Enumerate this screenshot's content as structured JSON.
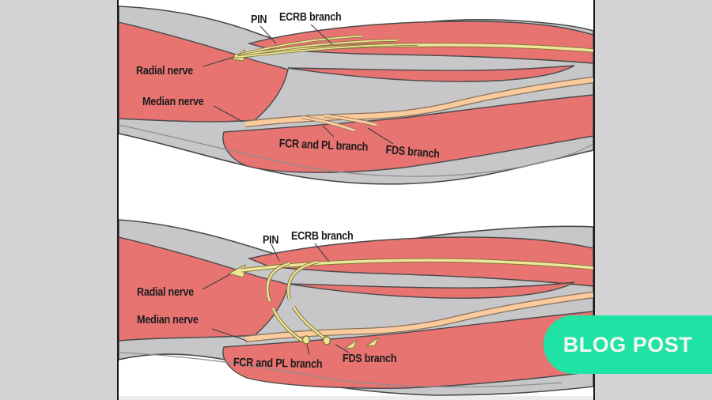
{
  "page": {
    "side_background": "#d3d3d5",
    "panel_background": "#ffffff",
    "panel_border": "#1a1a1a"
  },
  "badge": {
    "label": "BLOG POST",
    "bg": "#1fe3a4",
    "text_color": "#f4f6f5"
  },
  "colors": {
    "muscle_red": "#e87472",
    "tissue_gray": "#c7c7ca",
    "nerve_yellow": "#efe69c",
    "nerve_yellow_outline": "#837737",
    "nerve_peach": "#fbcb9d",
    "nerve_peach_outline": "#87735c",
    "shape_outline": "#4a4a4a",
    "leader_line": "#3f3f3f"
  },
  "diagrams": [
    {
      "labels": {
        "pin": "PIN",
        "ecrb": "ECRB branch",
        "radial": "Radial nerve",
        "median": "Median nerve",
        "fcr": "FCR and PL branch",
        "fds": "FDS branch"
      }
    },
    {
      "labels": {
        "pin": "PIN",
        "ecrb": "ECRB branch",
        "radial": "Radial nerve",
        "median": "Median nerve",
        "fcr": "FCR and PL branch",
        "fds": "FDS branch"
      }
    }
  ]
}
